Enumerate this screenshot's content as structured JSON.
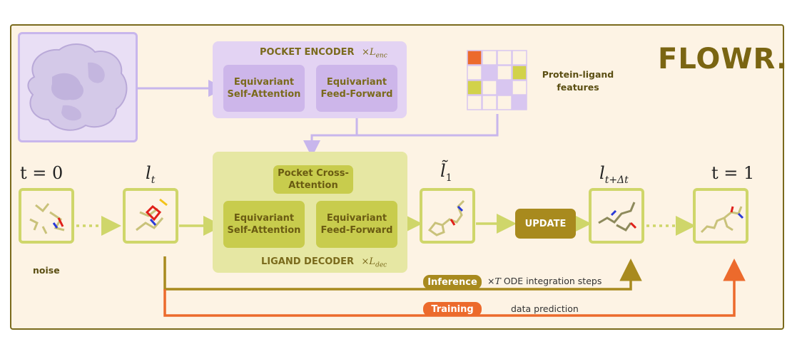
{
  "brand": "FLOWR.",
  "pocket_encoder": {
    "title": "POCKET ENCODER",
    "repeat": "×L",
    "repeat_sub": "enc",
    "self_attention": "Equivariant Self-Attention",
    "feed_forward": "Equivariant Feed-Forward"
  },
  "features_label": "Protein-ligand features",
  "ligand_decoder": {
    "title": "LIGAND DECODER",
    "repeat": "×L",
    "repeat_sub": "dec",
    "cross_attention": "Pocket Cross-Attention",
    "self_attention": "Equivariant Self-Attention",
    "feed_forward": "Equivariant Feed-Forward"
  },
  "states": {
    "t0": "t = 0",
    "lt": "l",
    "lt_sub": "t",
    "l1": "l̃",
    "l1_sub": "1",
    "ltdt": "l",
    "ltdt_sub": "t+Δt",
    "t1": "t = 1"
  },
  "noise_label": "noise",
  "update_label": "UPDATE",
  "inference": {
    "pill": "Inference",
    "times": "×",
    "T": "T",
    "note": "ODE integration steps"
  },
  "training": {
    "pill": "Training",
    "note": "data prediction"
  },
  "colors": {
    "frame_border": "#7a6a1c",
    "encoder_bg": "#e3d3f3",
    "decoder_bg": "#e6e7a3",
    "update": "#a88a1e",
    "inference": "#a88a1e",
    "training": "#ec6a2c"
  }
}
